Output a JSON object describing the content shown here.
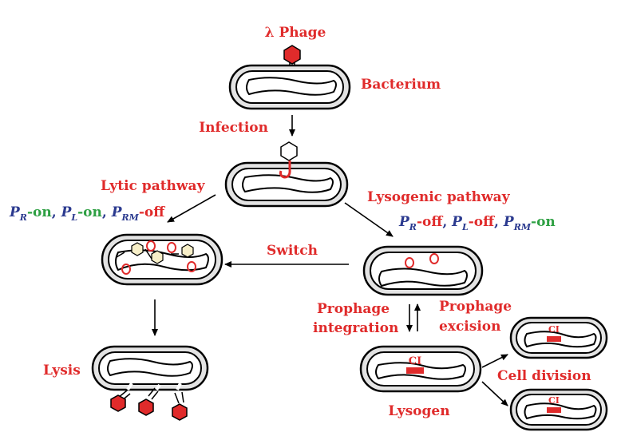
{
  "labels": {
    "lambda_phage": "λ Phage",
    "bacterium": "Bacterium",
    "infection": "Infection",
    "lytic_pathway": "Lytic pathway",
    "lysogenic_pathway": "Lysogenic pathway",
    "switch": "Switch",
    "prophage_integration_line1": "Prophage",
    "prophage_integration_line2": "integration",
    "prophage_excision_line1": "Prophage",
    "prophage_excision_line2": "excision",
    "lysis": "Lysis",
    "lysogen": "Lysogen",
    "cell_division": "Cell division",
    "ci": "CI"
  },
  "promoters": {
    "lytic": [
      {
        "letter": "P",
        "sub": "R",
        "state": "-on",
        "sep": ", "
      },
      {
        "letter": "P",
        "sub": "L",
        "state": "-on",
        "sep": ", "
      },
      {
        "letter": "P",
        "sub": "RM",
        "state": "-off",
        "sep": ""
      }
    ],
    "lysogenic": [
      {
        "letter": "P",
        "sub": "R",
        "state": "-off",
        "sep": ", "
      },
      {
        "letter": "P",
        "sub": "L",
        "state": "-off",
        "sep": ", "
      },
      {
        "letter": "P",
        "sub": "RM",
        "state": "-on",
        "sep": ""
      }
    ]
  },
  "colors": {
    "label_red": "#e02b2b",
    "promoter_blue": "#2b3a8f",
    "on_green": "#2ea043",
    "off_red": "#e02b2b",
    "cell_fill": "#e3e3e3",
    "phage_head_fill": "#f7efc8"
  }
}
